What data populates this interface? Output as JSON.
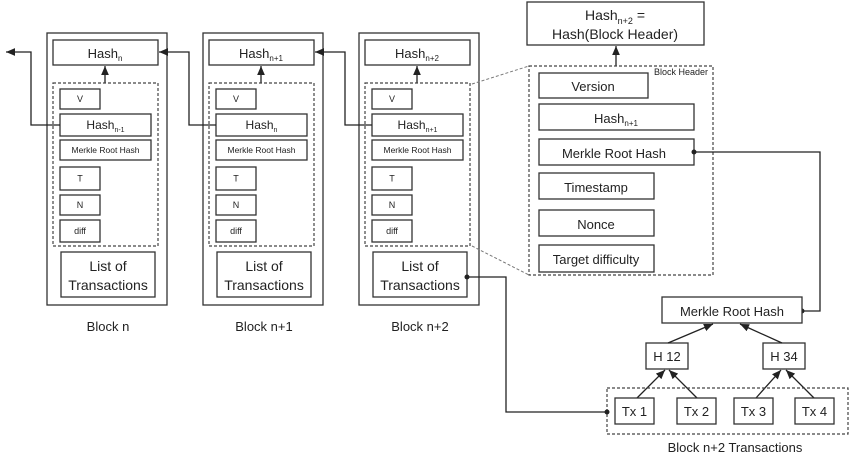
{
  "blocks": [
    {
      "label": "Block n",
      "hash": "Hash",
      "hash_sub": "n",
      "prev": "Hash",
      "prev_sub": "n-1",
      "v": "V",
      "merkle": "Merkle Root Hash",
      "t": "T",
      "n": "N",
      "diff": "diff",
      "tx1": "List of",
      "tx2": "Transactions"
    },
    {
      "label": "Block n+1",
      "hash": "Hash",
      "hash_sub": "n+1",
      "prev": "Hash",
      "prev_sub": "n",
      "v": "V",
      "merkle": "Merkle Root Hash",
      "t": "T",
      "n": "N",
      "diff": "diff",
      "tx1": "List of",
      "tx2": "Transactions"
    },
    {
      "label": "Block n+2",
      "hash": "Hash",
      "hash_sub": "n+2",
      "prev": "Hash",
      "prev_sub": "n+1",
      "v": "V",
      "merkle": "Merkle Root Hash",
      "t": "T",
      "n": "N",
      "diff": "diff",
      "tx1": "List of",
      "tx2": "Transactions"
    }
  ],
  "header": {
    "top_line1": "Hash",
    "top_sub": "n+2",
    "top_eq": " =",
    "top_line2": "Hash(Block Header)",
    "title": "Block Header",
    "version": "Version",
    "prev": "Hash",
    "prev_sub": "n+1",
    "merkle": "Merkle Root Hash",
    "timestamp": "Timestamp",
    "nonce": "Nonce",
    "target": "Target difficulty"
  },
  "tree": {
    "root": "Merkle Root Hash",
    "h12": "H 12",
    "h34": "H 34",
    "tx": [
      "Tx 1",
      "Tx 2",
      "Tx 3",
      "Tx 4"
    ],
    "label": "Block n+2 Transactions"
  }
}
